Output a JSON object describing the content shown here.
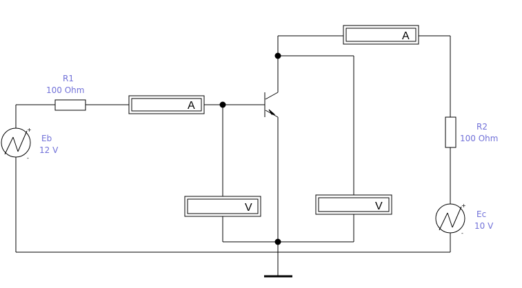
{
  "components": {
    "r1": {
      "name": "R1",
      "value": "100  Ohm"
    },
    "r2": {
      "name": "R2",
      "value": "100  Ohm"
    },
    "eb": {
      "name": "Eb",
      "value": "12 V",
      "plus": "+",
      "minus": "-"
    },
    "ec": {
      "name": "Ec",
      "value": "10 V",
      "plus": "+",
      "minus": "-"
    }
  },
  "meters": {
    "ammeter_base": "A",
    "ammeter_collector": "A",
    "voltmeter_base": "V",
    "voltmeter_collector": "V"
  },
  "colors": {
    "label": "#7070d8",
    "wire": "#000000",
    "node": "#000000"
  }
}
